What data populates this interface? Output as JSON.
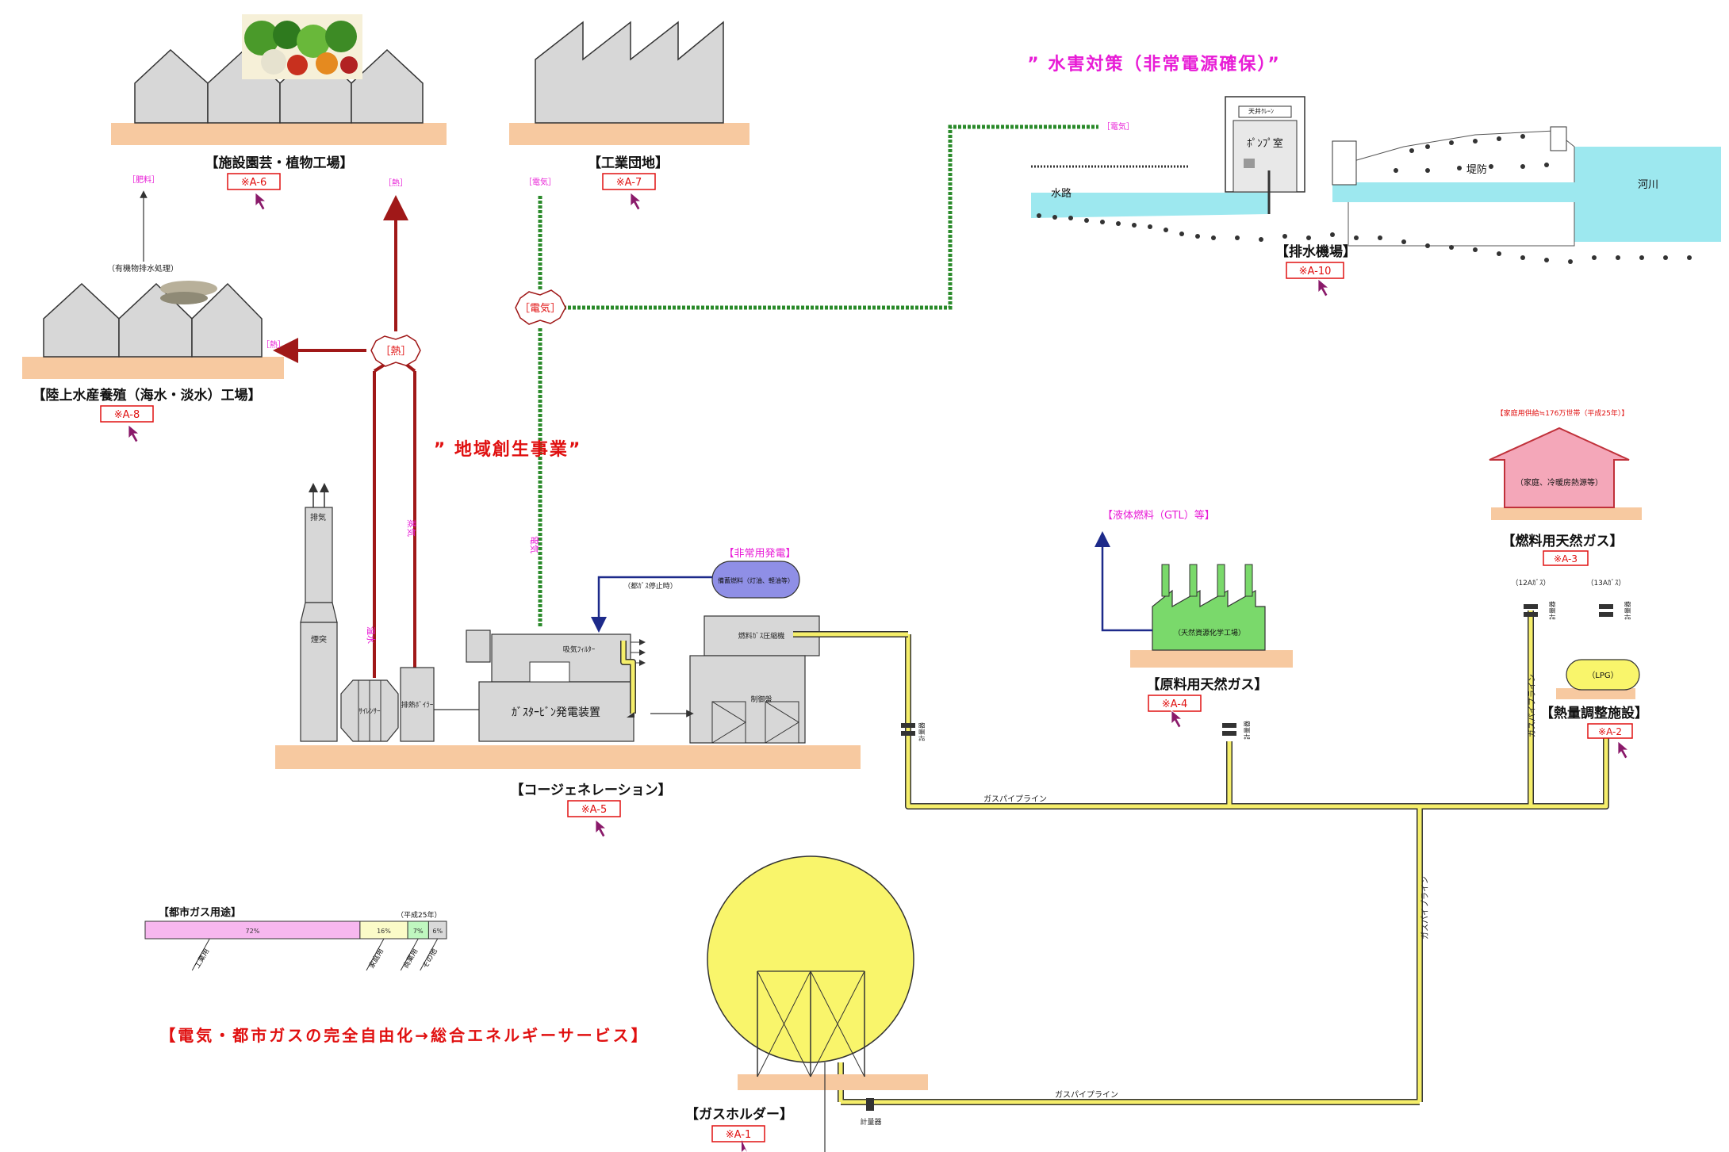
{
  "headings": {
    "flood": "” 水害対策（非常電源確保）”",
    "regional": "” 地域創生事業”",
    "liberalization": "【電気・都市ガスの完全自由化→総合エネルギーサービス】"
  },
  "facilities": {
    "greenhouse": {
      "title": "【施設園芸・植物工場】",
      "ref": "※A-6"
    },
    "industrial": {
      "title": "【工業団地】",
      "ref": "※A-7"
    },
    "aquaculture": {
      "title": "【陸上水産養殖（海水・淡水）工場】",
      "ref": "※A-8",
      "note": "（有機物排水処理）"
    },
    "pumping": {
      "title": "【排水機場】",
      "ref": "※A-10"
    },
    "cogeneration": {
      "title": "【コージェネレーション】",
      "ref": "※A-5"
    },
    "feedstock_gas": {
      "title": "【原料用天然ガス】",
      "ref": "※A-4"
    },
    "fuel_gas": {
      "title": "【燃料用天然ガス】",
      "ref": "※A-3"
    },
    "calorific": {
      "title": "【熱量調整施設】",
      "ref": "※A-2"
    },
    "gasholder": {
      "title": "【ガスホルダー】",
      "ref": "※A-1"
    }
  },
  "tags": {
    "fertilizer": "［肥料］",
    "heat1": "［熱］",
    "heat2": "［熱］",
    "heat_node": "［熱］",
    "elec_node": "［電気］",
    "elec_a7": "［電気］",
    "elec_pump": "［電気］",
    "emergency_gen": "【非常用発電】",
    "gtl": "【液体燃料（GTL）等】",
    "households": "【家庭用供給≒176万世帯（平成25年）】"
  },
  "plant_labels": {
    "exhaust": "排気",
    "chimney": "煙突",
    "silencer": "ｻｲﾚﾝｻｰ",
    "boiler": "排熱ﾎﾞｲﾗｰ",
    "intake_filter": "吸気ﾌｨﾙﾀｰ",
    "gas_turbine": "ｶﾞｽﾀｰﾋﾞﾝ発電装置",
    "compressor": "燃料ｶﾞｽ圧縮機",
    "control_panel": "制御盤",
    "tank": "備蓄燃料（灯油、軽油等）",
    "tank_note": "（都ｶﾞｽ停止時）",
    "steam": "蒸気",
    "hot_water": "温水",
    "power": "電気",
    "chemical_plant": "（天然資源化学工場）",
    "household_house": "（家庭、冷暖房熱源等）",
    "lpg": "（LPG）",
    "gas12a": "（12Aｶﾞｽ）",
    "gas13a": "（13Aｶﾞｽ）",
    "meter": "計量器",
    "meter_short": "計量器"
  },
  "pumping_labels": {
    "crane": "天井ｸﾚｰﾝ",
    "pump_room": "ﾎﾟﾝﾌﾟ室",
    "waterway": "水路",
    "river": "河川",
    "levee": "堤防"
  },
  "pipeline": {
    "label": "ガスパイプライン"
  },
  "usage_chart": {
    "title": "【都市ガス用途】",
    "year": "（平成25年）",
    "segments": [
      {
        "name": "工業用",
        "label": "72%",
        "value": 72,
        "color": "#f7b7ef"
      },
      {
        "name": "家庭用",
        "label": "16%",
        "value": 16,
        "color": "#fbfbc8"
      },
      {
        "name": "商業用",
        "label": "7%",
        "value": 7,
        "color": "#bff7bf"
      },
      {
        "name": "その他",
        "label": "6%",
        "value": 6,
        "color": "#d9d9d9"
      }
    ]
  },
  "colors": {
    "accent_magenta": "#e81cd6",
    "accent_red": "#e01010",
    "pipeline_yellow": "#f5ee6a",
    "electric_green": "#2a8a2a",
    "heat_red": "#a01818",
    "ground": "#f7c9a0",
    "building_gray": "#d7d7d7",
    "chemical_green": "#7ad96b",
    "house_pink": "#f4a7b9",
    "water_cyan": "#9de8ef"
  }
}
